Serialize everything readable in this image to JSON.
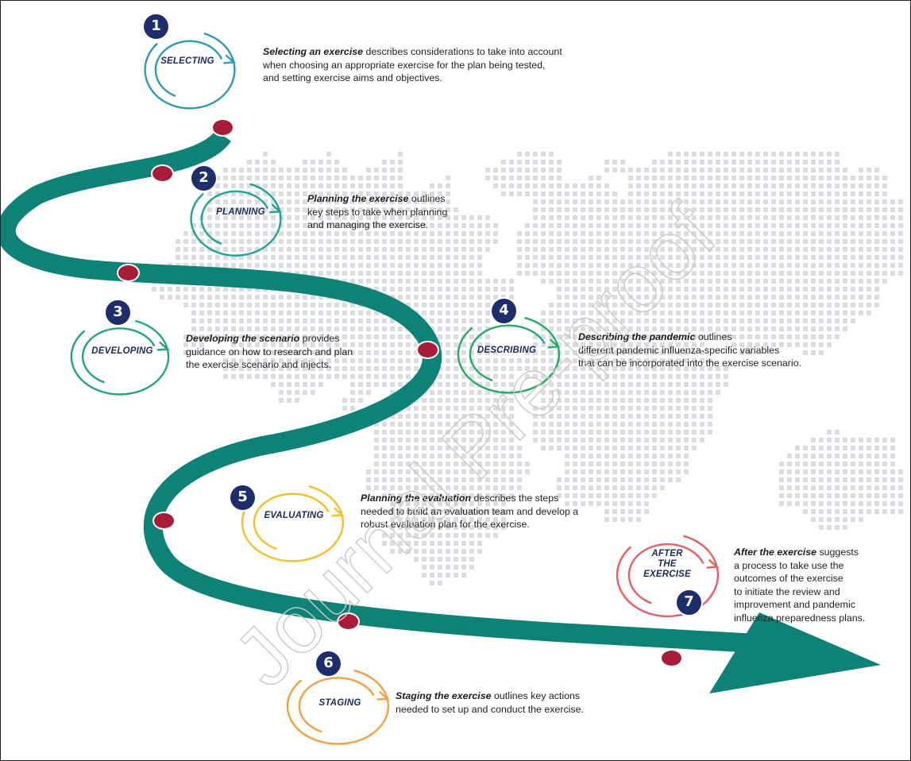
{
  "watermark": "Journal Pre-proof",
  "colors": {
    "road": "#0f8278",
    "dot": "#a71d38",
    "badge": "#1e2d6b",
    "map": "#d9dde2"
  },
  "steps": [
    {
      "number": "1",
      "label": "SELECTING",
      "color": "#2e9bb0",
      "title": "Selecting an exercise",
      "text_first": "describes considerations to take into account",
      "text_rest": [
        "when choosing an appropriate exercise for the plan being tested,",
        "and setting exercise aims and objectives."
      ]
    },
    {
      "number": "2",
      "label": "PLANNING",
      "color": "#1fa58f",
      "title": "Planning the exercise",
      "text_first": "outlines",
      "text_rest": [
        "key steps to take when planning",
        "and managing the exercise."
      ]
    },
    {
      "number": "3",
      "label": "DEVELOPING",
      "color": "#23a676",
      "title": "Developing the scenario",
      "text_first": "provides",
      "text_rest": [
        "guidance on how to research and plan",
        "the exercise scenario and injects."
      ]
    },
    {
      "number": "4",
      "label": "DESCRIBING",
      "color": "#28a866",
      "title": "Describing the pandemic",
      "text_first": "outlines",
      "text_rest": [
        "different pandemic influenza-specific variables",
        "that can be incorporated into the exercise scenario."
      ]
    },
    {
      "number": "5",
      "label": "EVALUATING",
      "color": "#f2c02f",
      "title": "Planning the evaluation",
      "text_first": "describes the steps",
      "text_rest": [
        "needed to build an evaluation team and develop a",
        "robust evaluation plan for the exercise."
      ]
    },
    {
      "number": "6",
      "label": "STAGING",
      "color": "#f2a040",
      "title": "Staging the exercise",
      "text_first": "outlines key actions",
      "text_rest": [
        "needed to set up and conduct the exercise."
      ]
    },
    {
      "number": "7",
      "label": "AFTER THE EXERCISE",
      "label_lines": [
        "AFTER",
        "THE",
        "EXERCISE"
      ],
      "color": "#e85e62",
      "title": "After the exercise",
      "text_first": "suggests",
      "text_rest": [
        "a process to take use the",
        "outcomes of the exercise",
        "to initiate the review and",
        "improvement and pandemic",
        "influenza preparedness plans."
      ]
    }
  ]
}
